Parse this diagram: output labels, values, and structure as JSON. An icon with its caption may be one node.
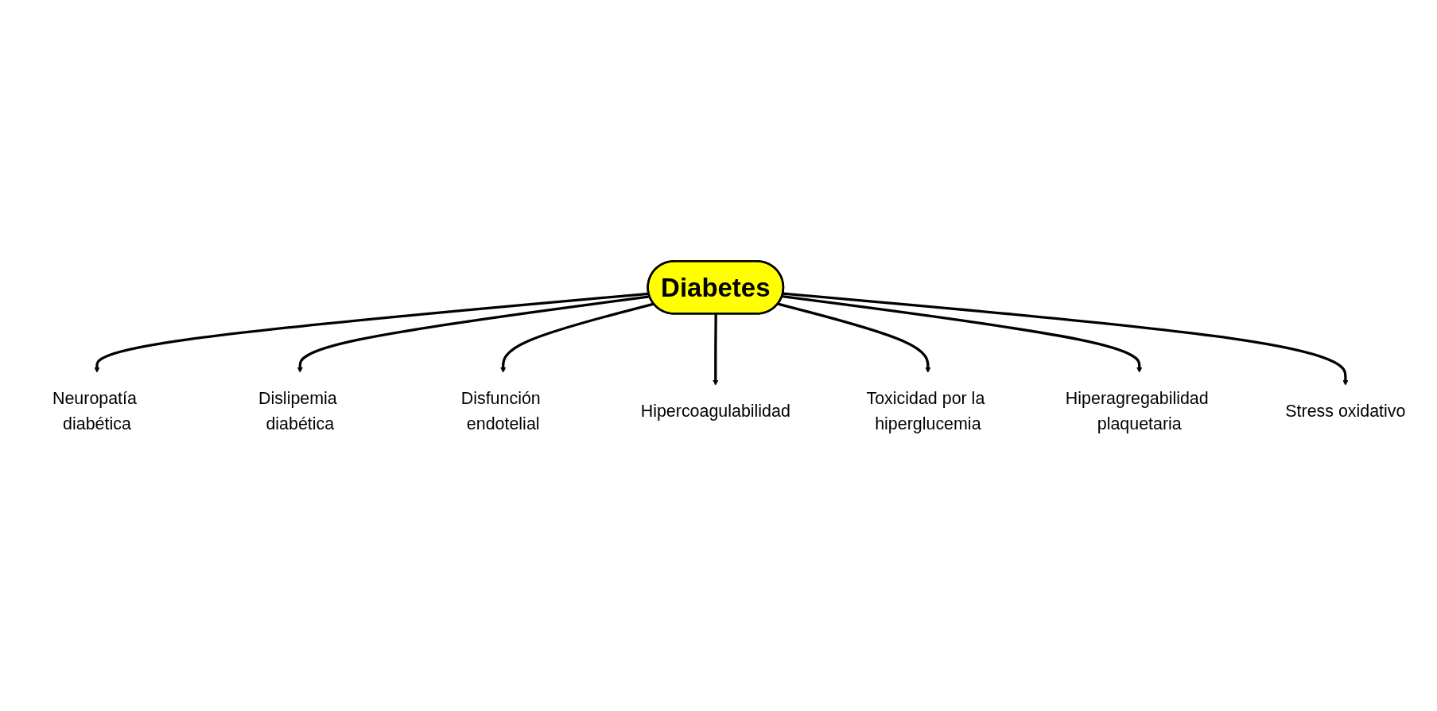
{
  "diagram": {
    "nodes": [
      {
        "text": [
          "Diabetes"
        ]
      },
      {
        "text": [
          "Disfunción endotelial"
        ]
      },
      {
        "text": [
          "Dislipemia diabética"
        ]
      },
      {
        "text": [
          "Hipercoagulabilidad"
        ]
      },
      {
        "text": [
          "Neuropatía diabética"
        ]
      },
      {
        "text": [
          "Toxicidad por la hiperglucemia"
        ]
      },
      {
        "text": [
          "Hiperagregabilidad plaquetaria"
        ]
      },
      {
        "text": [
          "Stress oxidativo"
        ]
      }
    ],
    "edges": [
      {
        "from": 0,
        "to": 4,
        "arrow": "to"
      },
      {
        "from": 0,
        "to": 2,
        "arrow": "to"
      },
      {
        "from": 0,
        "to": 1,
        "arrow": "to"
      },
      {
        "from": 0,
        "to": 3,
        "arrow": "to"
      },
      {
        "from": 0,
        "to": 5,
        "arrow": "to"
      },
      {
        "from": 0,
        "to": 6,
        "arrow": "to"
      },
      {
        "from": 0,
        "to": 7,
        "arrow": "to"
      }
    ]
  }
}
